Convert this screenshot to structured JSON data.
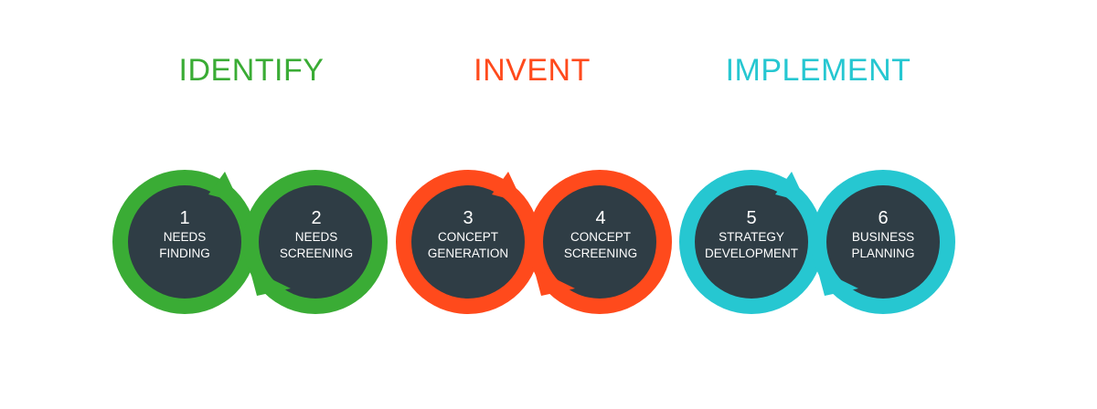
{
  "colors": {
    "green": "#3aac35",
    "orange": "#ff4a1c",
    "cyan": "#26c7d1",
    "core": "#2f3d45"
  },
  "phases": [
    {
      "title": "IDENTIFY",
      "color": "#3aac35"
    },
    {
      "title": "INVENT",
      "color": "#ff4a1c"
    },
    {
      "title": "IMPLEMENT",
      "color": "#26c7d1"
    }
  ],
  "steps": [
    {
      "number": "1",
      "line1": "NEEDS",
      "line2": "FINDING"
    },
    {
      "number": "2",
      "line1": "NEEDS",
      "line2": "SCREENING"
    },
    {
      "number": "3",
      "line1": "CONCEPT",
      "line2": "GENERATION"
    },
    {
      "number": "4",
      "line1": "CONCEPT",
      "line2": "SCREENING"
    },
    {
      "number": "5",
      "line1": "STRATEGY",
      "line2": "DEVELOPMENT"
    },
    {
      "number": "6",
      "line1": "BUSINESS",
      "line2": "PLANNING"
    }
  ]
}
